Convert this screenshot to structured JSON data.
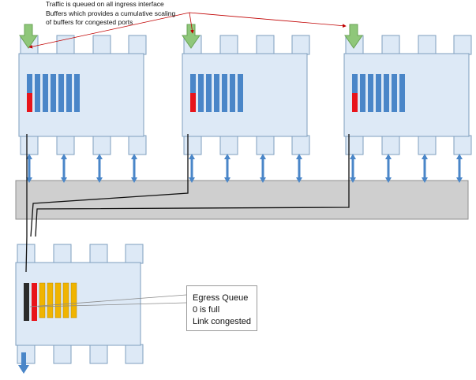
{
  "annotation": {
    "lines": [
      "Traffic is queued on all ingress interface",
      "Buffers which provides a cumulative scaling",
      "of buffers for congested ports"
    ]
  },
  "callout": {
    "lines": [
      "Egress Queue",
      "0 is full",
      "Link congested"
    ]
  },
  "colors": {
    "module_fill": "#dde9f6",
    "module_stroke": "#7f9fbf",
    "ingress_queue": "#4a86c8",
    "full_queue": "#e8141b",
    "egress_queue": "#f0b400",
    "egress_full_queue": "#2b2b2b",
    "fabric": "#cfcfcf",
    "ingress_arrow": "#8fc77a",
    "link_arrow": "#4a86c8",
    "annotation_arrow": "#c00000"
  }
}
